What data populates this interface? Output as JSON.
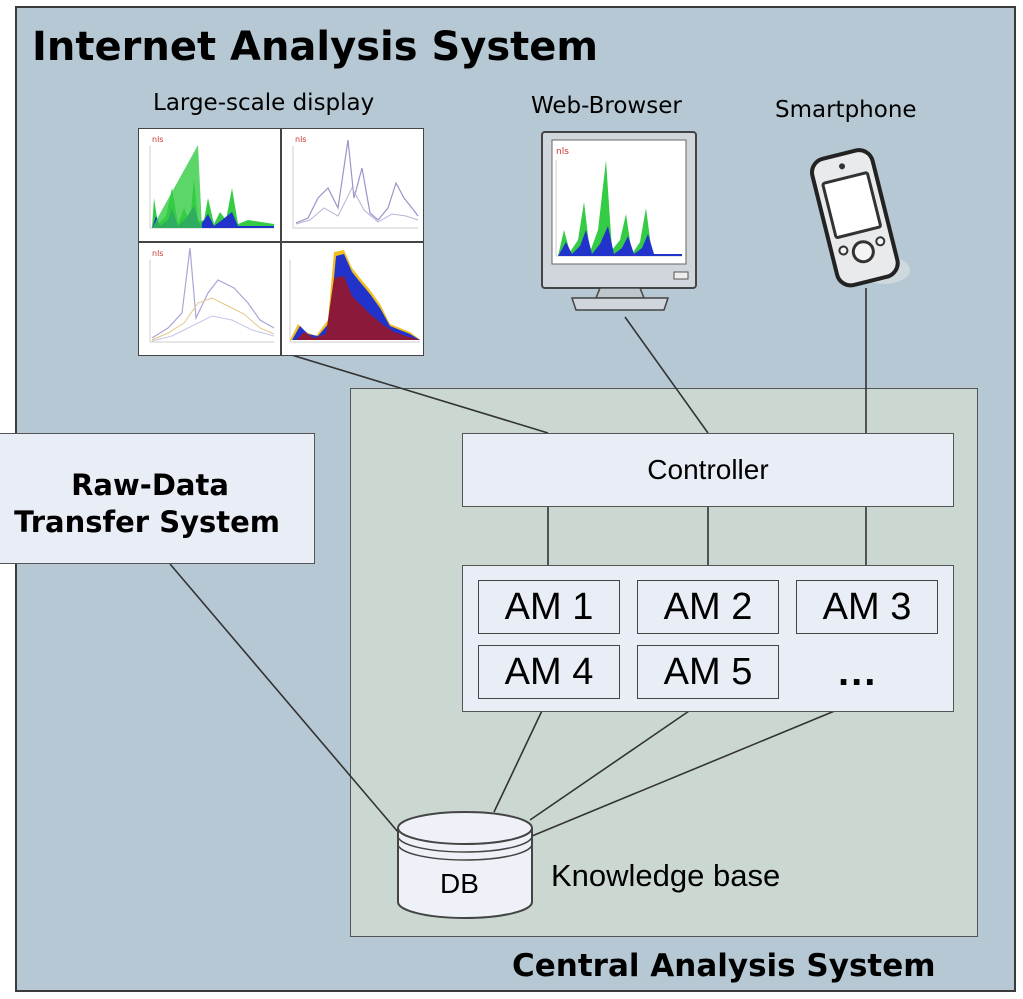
{
  "title": "Internet Analysis System",
  "clients": {
    "large_display": "Large-scale display",
    "web_browser": "Web-Browser",
    "smartphone": "Smartphone"
  },
  "controller": "Controller",
  "modules": [
    "AM 1",
    "AM 2",
    "AM 3",
    "AM 4",
    "AM 5"
  ],
  "modules_more": "...",
  "raw_data": {
    "line1": "Raw-Data",
    "line2": "Transfer System"
  },
  "db": "DB",
  "knowledge_base": "Knowledge base",
  "central_label": "Central Analysis System",
  "colors": {
    "background": "#b5c8d3",
    "central": "#cbd8d2",
    "box_fill": "#e9eef6",
    "chart_green": "#33cc44",
    "chart_blue": "#2233cc",
    "chart_red": "#8b1a3a",
    "chart_yellow": "#f0c020"
  }
}
